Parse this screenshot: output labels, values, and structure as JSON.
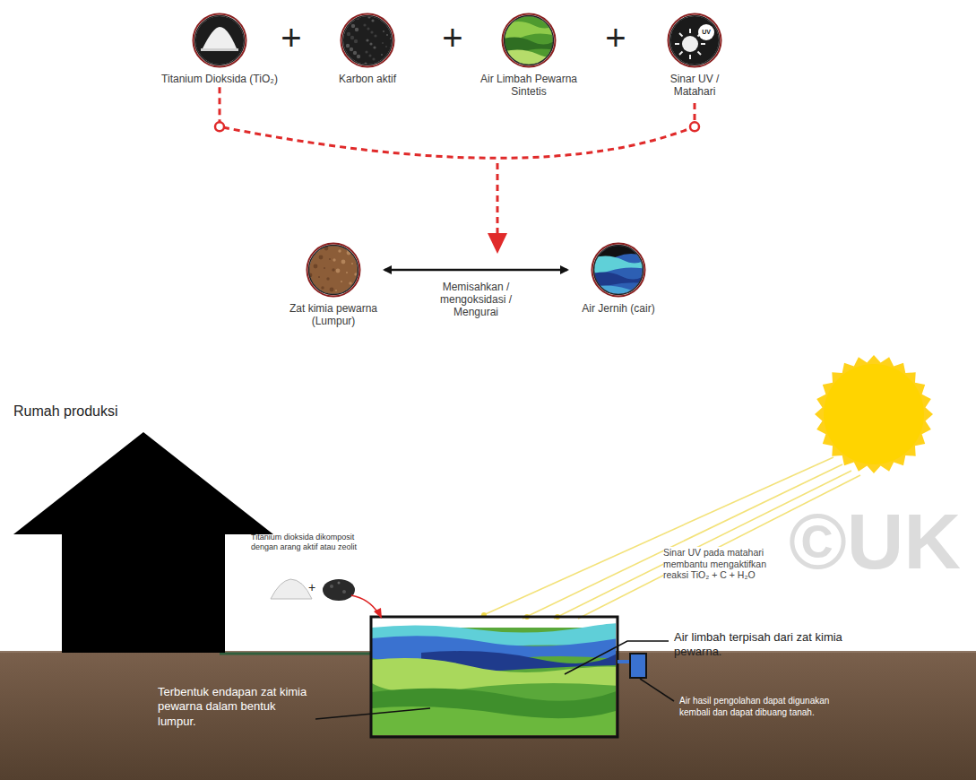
{
  "diagram": {
    "nodes": [
      {
        "text": [
          "Titanium Dioksida (TiO₂)"
        ]
      },
      {
        "text": [
          "Karbon aktif"
        ]
      },
      {
        "text": [
          "Air Limbah Pewarna Sintetis"
        ]
      },
      {
        "text": [
          "Sinar UV / Matahari"
        ]
      },
      {
        "text": [
          "Zat kimia pewarna (Lumpur)"
        ]
      },
      {
        "text": [
          "Air Jernih (cair)"
        ]
      },
      {
        "text": [
          "Rumah produksi"
        ]
      }
    ],
    "edges": [
      {
        "from": 0,
        "to": 3,
        "arrow": "none"
      },
      {
        "from": 4,
        "to": 5,
        "label": "Memisahkan / mengoksidasi / Mengurai",
        "arrow": "both"
      }
    ],
    "labels": [
      "+",
      "+",
      "+",
      "UV",
      "Titanium dioksida dikomposit dengan arang aktif atau zeolit",
      "Sinar UV pada matahari membantu mengaktifkan reaksi TiO₂ + C + H₂O",
      "Air limbah terpisah dari zat kimia pewarna.",
      "Terbentuk endapan zat kimia pewarna dalam bentuk lumpur.",
      "Air hasil pengolahan dapat digunakan kembali dan dapat dibuang tanah.",
      "©UK",
      "+"
    ]
  }
}
